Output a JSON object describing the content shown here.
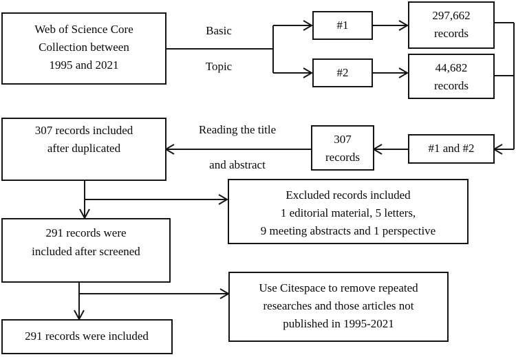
{
  "figure": {
    "type": "flowchart",
    "orientation": "left-to-right-then-top-to-bottom",
    "background_color": "#ffffff",
    "line_color": "#141414",
    "text_color": "#080808"
  },
  "nodes": {
    "source_database": {
      "id": "source-database",
      "lines": [
        "Web of Science Core",
        "Collection between",
        "1995 and 2021"
      ]
    },
    "query_one": {
      "id": "query-one",
      "lines": [
        "#1"
      ]
    },
    "query_two": {
      "id": "query-two",
      "lines": [
        "#2"
      ]
    },
    "records_basic": {
      "id": "records-basic",
      "lines": [
        "297,662",
        "records"
      ]
    },
    "records_topic": {
      "id": "records-topic",
      "lines": [
        "44,682",
        "records"
      ]
    },
    "query_combined": {
      "id": "query-combined",
      "lines": [
        "#1 and #2"
      ]
    },
    "records_combined": {
      "id": "records-combined",
      "lines": [
        "307",
        "records"
      ]
    },
    "after_duplicated": {
      "id": "after-duplicated",
      "lines": [
        "307 records included",
        "after duplicated"
      ]
    },
    "excluded_records": {
      "id": "excluded-records",
      "lines": [
        "Excluded records included",
        "1 editorial material, 5 letters,",
        "9 meeting abstracts and 1 perspective"
      ]
    },
    "after_screened": {
      "id": "after-screened",
      "lines": [
        "291 records were",
        "included after screened"
      ]
    },
    "citespace_step": {
      "id": "citespace-step",
      "lines": [
        "Use Citespace to remove repeated",
        "researches and those articles not",
        "published in 1995-2021"
      ]
    },
    "final_included": {
      "id": "final-included",
      "lines": [
        "291 records were included"
      ]
    }
  },
  "edge_labels": {
    "basic": "Basic",
    "topic": "Topic",
    "reading_title": "Reading the title",
    "and_abstract": "and abstract"
  }
}
